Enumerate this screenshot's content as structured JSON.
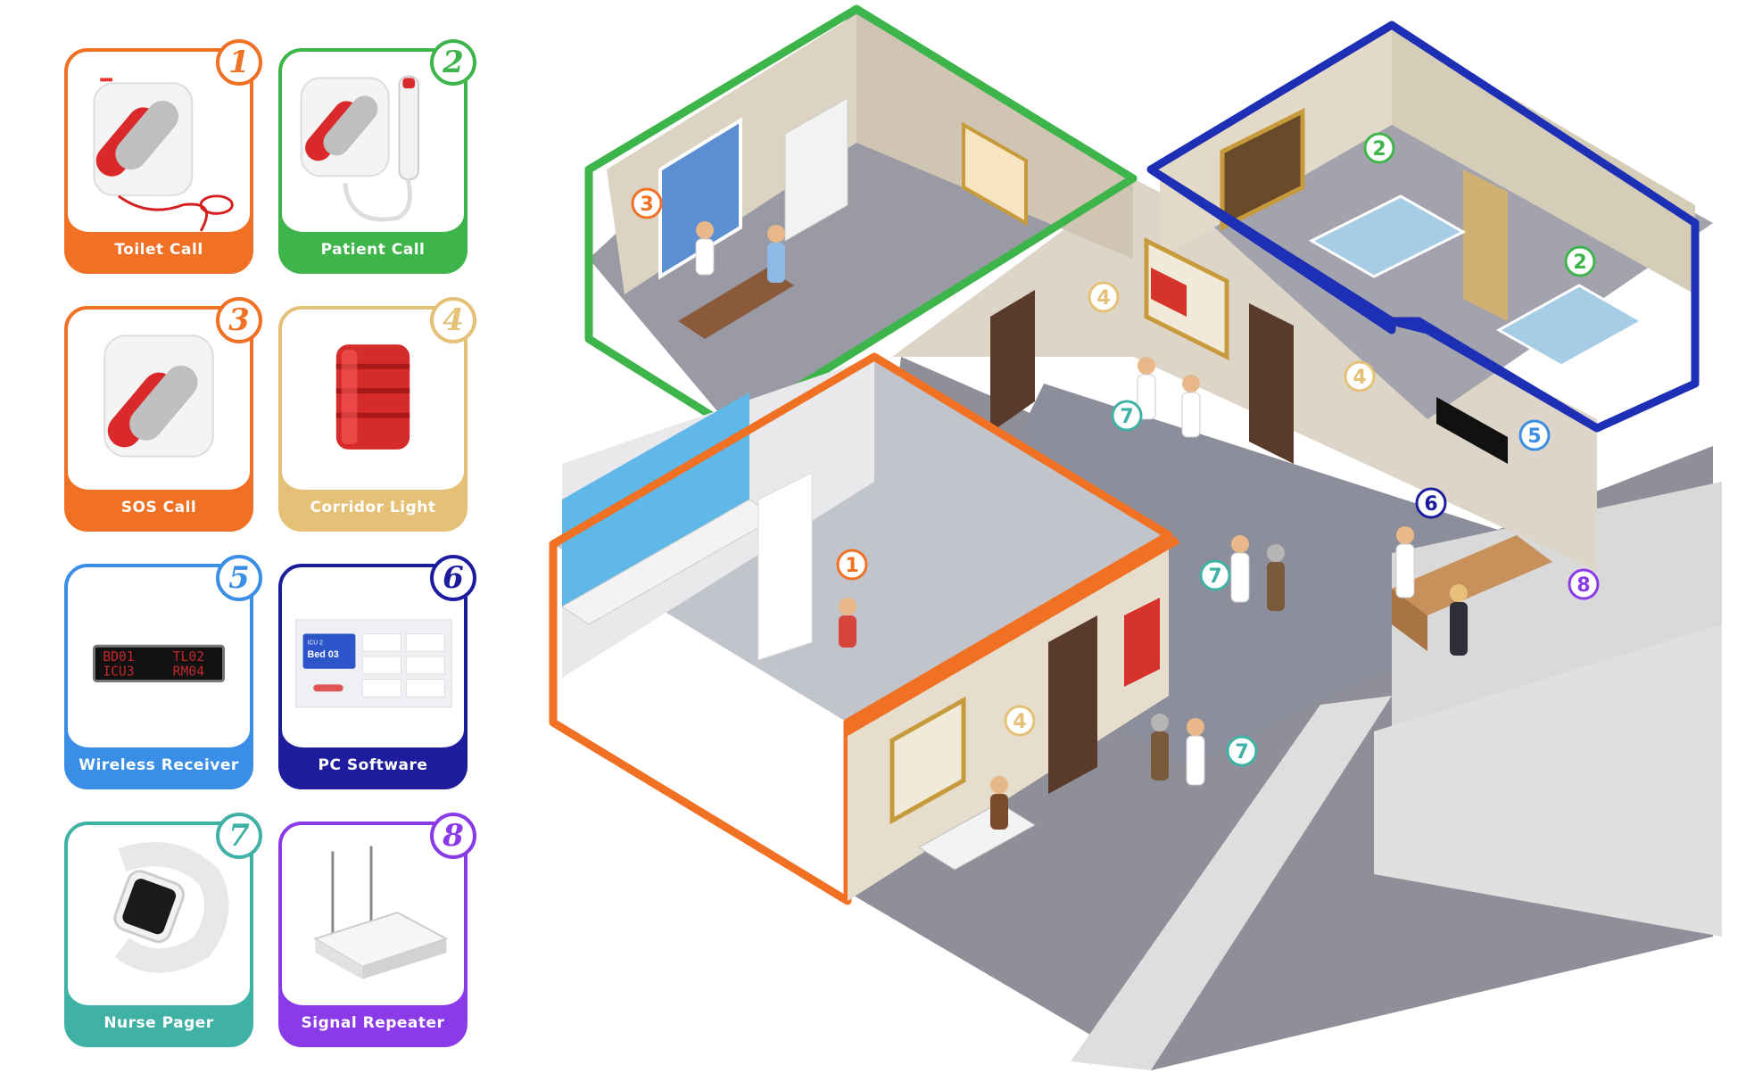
{
  "cards": [
    {
      "number": "1",
      "label": "Toilet Call",
      "color": "#f07024",
      "icon": "call-button-icon"
    },
    {
      "number": "2",
      "label": "Patient Call",
      "color": "#3db54a",
      "icon": "handheld-call-button-icon"
    },
    {
      "number": "3",
      "label": "SOS Call",
      "color": "#f07024",
      "icon": "sos-button-icon"
    },
    {
      "number": "4",
      "label": "Corridor Light",
      "color": "#e5c177",
      "icon": "corridor-light-icon"
    },
    {
      "number": "5",
      "label": "Wireless Receiver",
      "color": "#3a8ee6",
      "icon": "led-display-icon"
    },
    {
      "number": "6",
      "label": "PC Software",
      "color": "#1c1c9c",
      "icon": "software-screen-icon"
    },
    {
      "number": "7",
      "label": "Nurse Pager",
      "color": "#3fb2a5",
      "icon": "watch-pager-icon"
    },
    {
      "number": "8",
      "label": "Signal Repeater",
      "color": "#8a3ae6",
      "icon": "router-icon"
    }
  ],
  "receiver_display": {
    "line1": [
      "BD01",
      "TL02"
    ],
    "line2": [
      "ICU3",
      "RM04"
    ]
  },
  "software_screen": {
    "ward": "ICU 2",
    "bed": "Bed 03"
  },
  "scene": {
    "callouts": [
      "1",
      "2",
      "2",
      "3",
      "4",
      "4",
      "4",
      "5",
      "6",
      "7",
      "7",
      "7",
      "8"
    ]
  }
}
